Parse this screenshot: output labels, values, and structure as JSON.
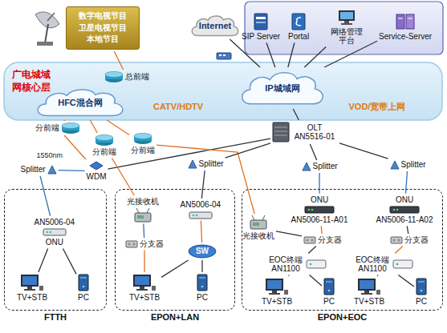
{
  "diagram": {
    "nodes": [
      {
        "text": [
          "数字电视节目 卫星电视节目 本地节目"
        ]
      },
      {
        "text": [
          "Internet"
        ]
      },
      {
        "text": [
          "SIP Server"
        ]
      },
      {
        "text": [
          "Portal"
        ]
      },
      {
        "text": [
          "网络管理 平台"
        ]
      },
      {
        "text": [
          "Service-Server"
        ]
      },
      {
        "text": [
          "广电城域网核心层"
        ]
      },
      {
        "text": [
          "总前端"
        ],
        "in": 6
      },
      {
        "text": [
          "HFC混合网"
        ],
        "in": 6
      },
      {
        "text": [
          "IP城域网"
        ],
        "in": 6
      },
      {
        "text": [
          "OLT AN5516-01"
        ]
      },
      {
        "text": [
          "分前端"
        ]
      },
      {
        "text": [
          "分前端"
        ]
      },
      {
        "text": [
          "分前端"
        ]
      },
      {
        "text": [
          "WDM"
        ]
      },
      {
        "text": [
          "Splitter"
        ]
      },
      {
        "text": [
          "Splitter"
        ]
      },
      {
        "text": [
          "Splitter"
        ]
      },
      {
        "text": [
          "Splitter"
        ]
      },
      {
        "text": [
          "FTTH"
        ]
      },
      {
        "text": [
          "AN5006-04",
          "ONU"
        ],
        "in": 19
      },
      {
        "text": [
          "TV+STB"
        ],
        "in": 19
      },
      {
        "text": [
          "PC"
        ],
        "in": 19
      },
      {
        "text": [
          "EPON+LAN"
        ]
      },
      {
        "text": [
          "光接收机"
        ],
        "in": 23
      },
      {
        "text": [
          "AN5006-04"
        ],
        "in": 23
      },
      {
        "text": [
          "分支器"
        ],
        "in": 23
      },
      {
        "text": [
          "SW"
        ],
        "in": 23
      },
      {
        "text": [
          "TV+STB"
        ],
        "in": 23
      },
      {
        "text": [
          "PC"
        ],
        "in": 23
      },
      {
        "text": [
          "EPON+EOC"
        ]
      },
      {
        "text": [
          "光接收机"
        ],
        "in": 30
      },
      {
        "text": [
          "ONU",
          "AN5006-11-A01"
        ],
        "in": 30
      },
      {
        "text": [
          "ONU",
          "AN5006-11-A02"
        ],
        "in": 30
      },
      {
        "text": [
          "分支器"
        ],
        "in": 30
      },
      {
        "text": [
          "分支器"
        ],
        "in": 30
      },
      {
        "text": [
          "EOC终端 AN1100"
        ],
        "in": 30
      },
      {
        "text": [
          "EOC终端 AN1100"
        ],
        "in": 30
      },
      {
        "text": [
          "TV+STB"
        ],
        "in": 30
      },
      {
        "text": [
          "PC"
        ],
        "in": 30
      },
      {
        "text": [
          "TV+STB"
        ],
        "in": 30
      },
      {
        "text": [
          "PC"
        ],
        "in": 30
      }
    ],
    "edges": [
      {
        "from": 0,
        "to": 7,
        "arrow": "none"
      },
      {
        "from": 1,
        "to": 9,
        "arrow": "none"
      },
      {
        "from": 2,
        "to": 9,
        "arrow": "none"
      },
      {
        "from": 3,
        "to": 9,
        "arrow": "none"
      },
      {
        "from": 4,
        "to": 9,
        "arrow": "none"
      },
      {
        "from": 5,
        "to": 9,
        "arrow": "none"
      },
      {
        "from": 8,
        "to": 11,
        "arrow": "none"
      },
      {
        "from": 8,
        "to": 12,
        "arrow": "none"
      },
      {
        "from": 8,
        "to": 13,
        "arrow": "none"
      },
      {
        "from": 9,
        "to": 10,
        "arrow": "none"
      },
      {
        "from": 11,
        "to": 14,
        "arrow": "none"
      },
      {
        "from": 10,
        "to": 14,
        "arrow": "none"
      },
      {
        "from": 14,
        "to": 15,
        "arrow": "none"
      },
      {
        "from": 15,
        "to": 20,
        "arrow": "none"
      },
      {
        "from": 12,
        "to": 24,
        "arrow": "none"
      },
      {
        "from": 13,
        "to": 31,
        "arrow": "none"
      },
      {
        "from": 10,
        "to": 16,
        "arrow": "none"
      },
      {
        "from": 10,
        "to": 17,
        "arrow": "none"
      },
      {
        "from": 10,
        "to": 18,
        "arrow": "none"
      },
      {
        "from": 16,
        "to": 25,
        "arrow": "none"
      },
      {
        "from": 17,
        "to": 32,
        "arrow": "none"
      },
      {
        "from": 18,
        "to": 33,
        "arrow": "none"
      },
      {
        "from": 24,
        "to": 26,
        "arrow": "none"
      },
      {
        "from": 26,
        "to": 28,
        "arrow": "none"
      },
      {
        "from": 25,
        "to": 27,
        "arrow": "none"
      },
      {
        "from": 27,
        "to": 29,
        "arrow": "none"
      },
      {
        "from": 27,
        "to": 28,
        "arrow": "none"
      },
      {
        "from": 20,
        "to": 21,
        "arrow": "none"
      },
      {
        "from": 20,
        "to": 22,
        "arrow": "none"
      },
      {
        "from": 31,
        "to": 34,
        "arrow": "none"
      },
      {
        "from": 32,
        "to": 34,
        "arrow": "none"
      },
      {
        "from": 34,
        "to": 36,
        "arrow": "none"
      },
      {
        "from": 36,
        "to": 38,
        "arrow": "none"
      },
      {
        "from": 36,
        "to": 39,
        "arrow": "none"
      },
      {
        "from": 33,
        "to": 35,
        "arrow": "none"
      },
      {
        "from": 35,
        "to": 37,
        "arrow": "none"
      },
      {
        "from": 37,
        "to": 40,
        "arrow": "none"
      },
      {
        "from": 37,
        "to": 41,
        "arrow": "none"
      }
    ],
    "labels": [
      "CATV/HDTV",
      "VOD/宽带上网",
      "1550nm"
    ]
  }
}
